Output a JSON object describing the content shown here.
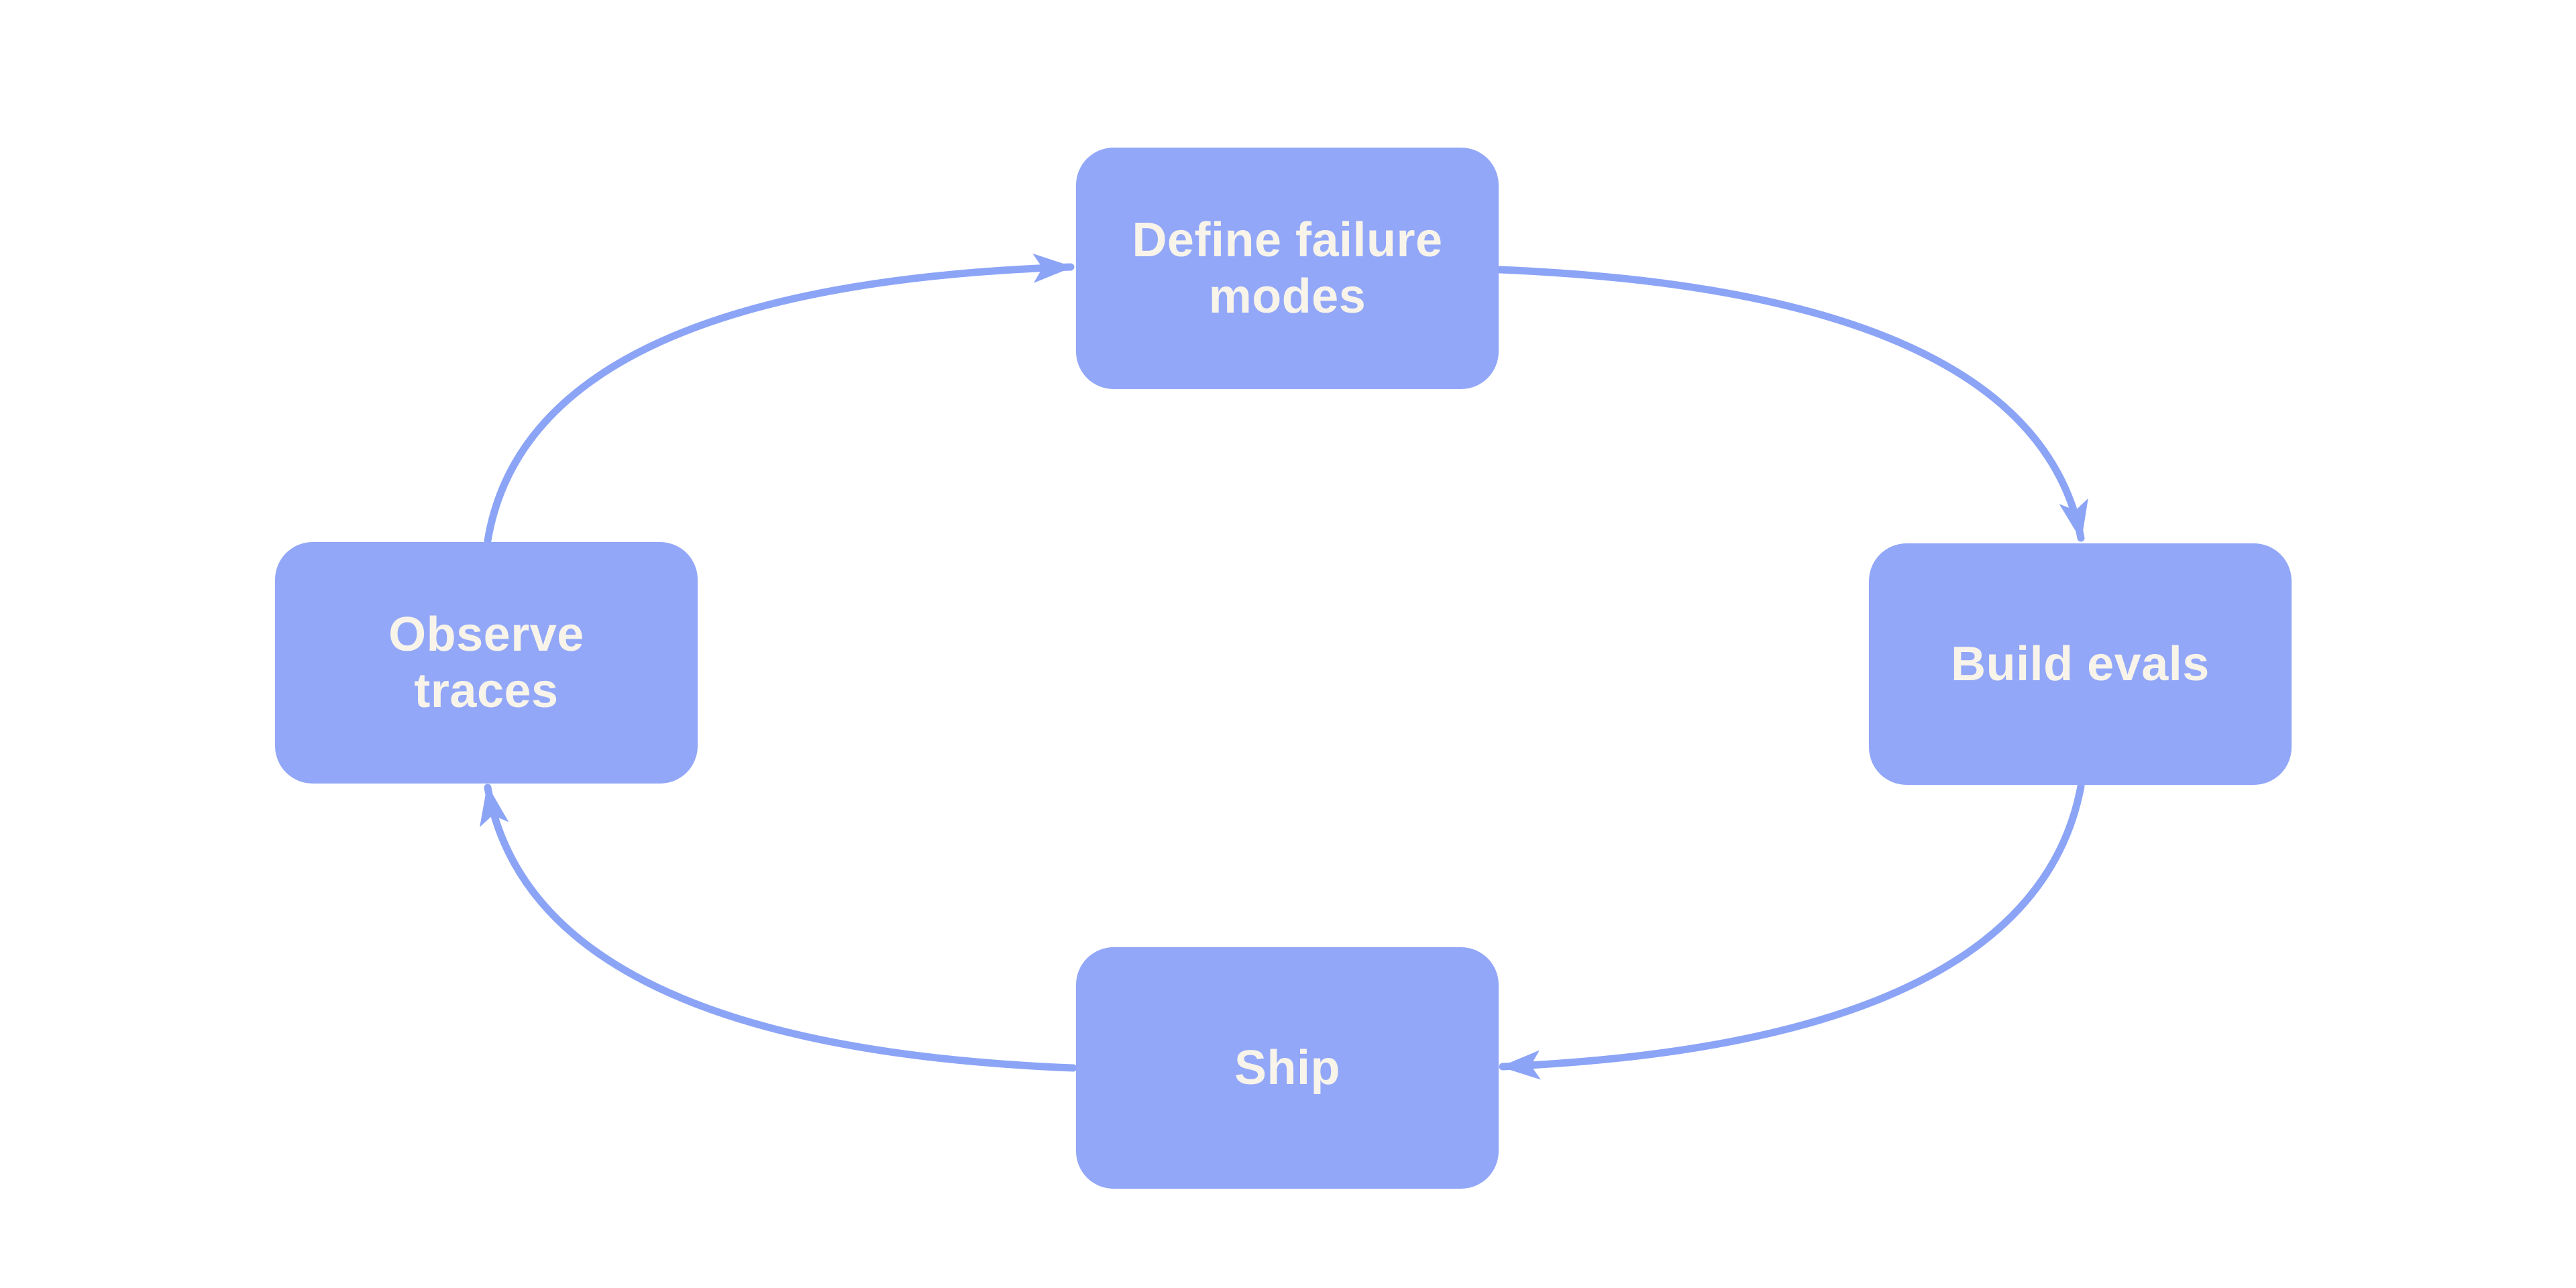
{
  "diagram": {
    "type": "cycle",
    "background_color": "#ffffff",
    "node_fill_color": "#92a7f7",
    "node_text_color": "#f8f4ea",
    "arrow_color": "#8ca4f6",
    "nodes": [
      {
        "id": "define-failure-modes",
        "label": "Define failure modes",
        "position": "top"
      },
      {
        "id": "build-evals",
        "label": "Build evals",
        "position": "right"
      },
      {
        "id": "ship",
        "label": "Ship",
        "position": "bottom"
      },
      {
        "id": "observe-traces",
        "label": "Observe traces",
        "position": "left"
      }
    ],
    "edges": [
      {
        "from": "observe-traces",
        "to": "define-failure-modes"
      },
      {
        "from": "define-failure-modes",
        "to": "build-evals"
      },
      {
        "from": "build-evals",
        "to": "ship"
      },
      {
        "from": "ship",
        "to": "observe-traces"
      }
    ]
  }
}
